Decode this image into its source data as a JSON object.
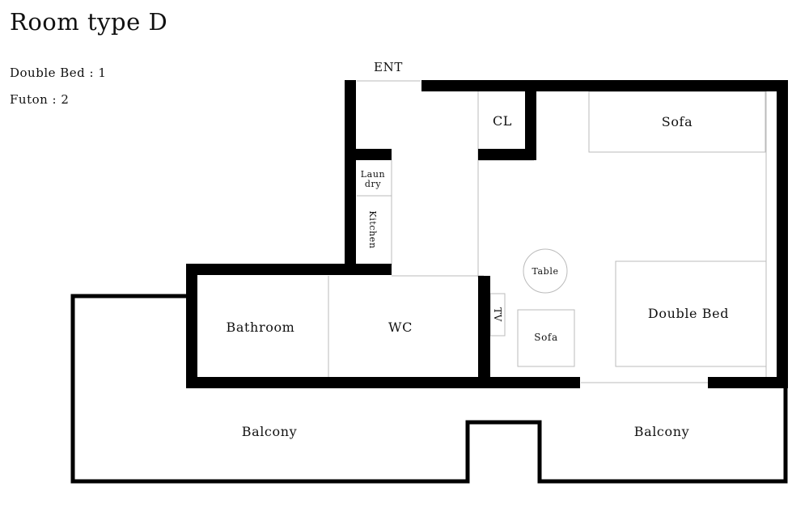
{
  "title": "Room type D",
  "beds": [
    {
      "text": "Double Bed : 1"
    },
    {
      "text": "Futon : 2"
    }
  ],
  "labels": {
    "entrance": "ENT",
    "closet": "CL",
    "laundry_line1": "Laun",
    "laundry_line2": "dry",
    "kitchen": "Kitchen",
    "bathroom": "Bathroom",
    "wc": "WC",
    "tv": "TV",
    "table": "Table",
    "sofa_top": "Sofa",
    "sofa_small": "Sofa",
    "double_bed": "Double Bed",
    "balcony_left": "Balcony",
    "balcony_right": "Balcony"
  }
}
